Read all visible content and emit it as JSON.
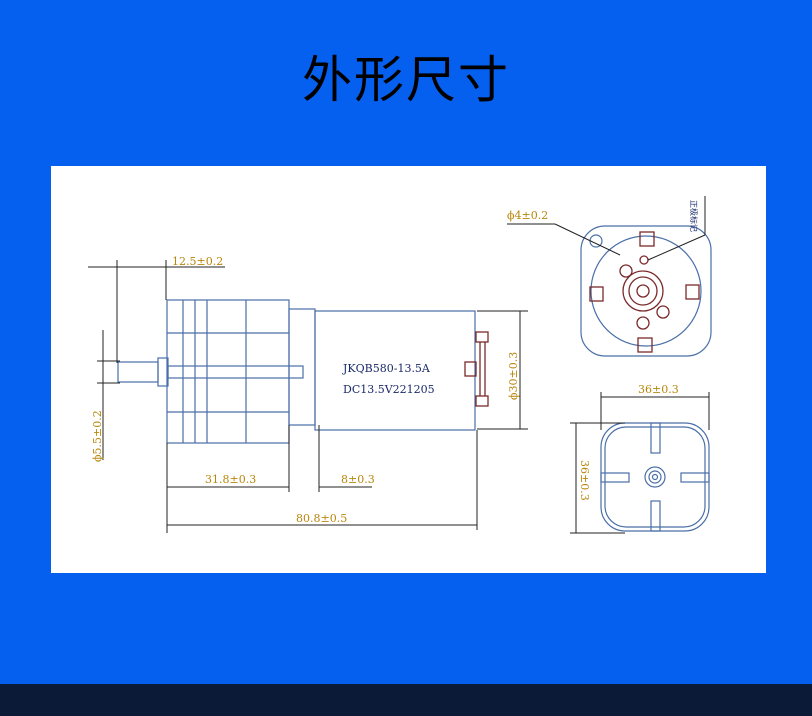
{
  "title": "外形尺寸",
  "drawing": {
    "model_line1": "JKQB580-13.5A",
    "model_line2": "DC13.5V221205",
    "dims": {
      "shaft_length": "12.5±0.2",
      "shaft_diameter": "ϕ5.5±0.2",
      "gearbox_length": "31.8±0.3",
      "collar_length": "8±0.3",
      "total_length": "80.8±0.5",
      "motor_diameter": "ϕ30±0.3",
      "hole_diameter": "ϕ4±0.2",
      "width": "36±0.3",
      "height": "36±0.3"
    },
    "polarity_label": "正极标记"
  }
}
